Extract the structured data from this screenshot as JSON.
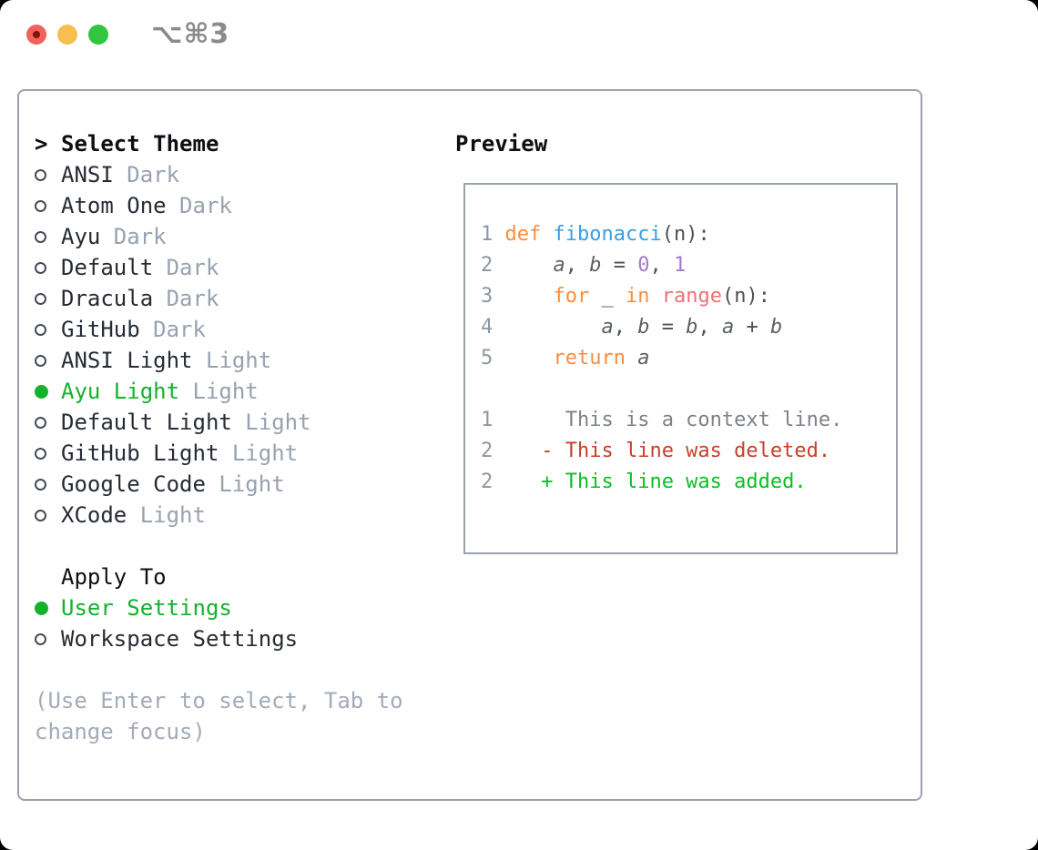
{
  "window": {
    "title": "⌥⌘3"
  },
  "theme_list": {
    "header_prefix": ">",
    "header": "Select Theme",
    "items": [
      {
        "name": "ANSI",
        "variant": "Dark",
        "selected": false
      },
      {
        "name": "Atom One",
        "variant": "Dark",
        "selected": false
      },
      {
        "name": "Ayu",
        "variant": "Dark",
        "selected": false
      },
      {
        "name": "Default",
        "variant": "Dark",
        "selected": false
      },
      {
        "name": "Dracula",
        "variant": "Dark",
        "selected": false
      },
      {
        "name": "GitHub",
        "variant": "Dark",
        "selected": false
      },
      {
        "name": "ANSI Light",
        "variant": "Light",
        "selected": false
      },
      {
        "name": "Ayu Light",
        "variant": "Light",
        "selected": true
      },
      {
        "name": "Default Light",
        "variant": "Light",
        "selected": false
      },
      {
        "name": "GitHub Light",
        "variant": "Light",
        "selected": false
      },
      {
        "name": "Google Code",
        "variant": "Light",
        "selected": false
      },
      {
        "name": "XCode",
        "variant": "Light",
        "selected": false
      }
    ]
  },
  "apply_to": {
    "header": "Apply To",
    "options": [
      {
        "label": "User Settings",
        "selected": true
      },
      {
        "label": "Workspace Settings",
        "selected": false
      }
    ]
  },
  "help": {
    "lines": [
      "(Use Enter to select, Tab to",
      "change focus)"
    ]
  },
  "preview": {
    "header": "Preview",
    "code_lines": [
      {
        "num": "1",
        "tokens": [
          {
            "t": "def",
            "c": "keyword"
          },
          {
            "t": " ",
            "c": "plain"
          },
          {
            "t": "fibonacci",
            "c": "function"
          },
          {
            "t": "(n):",
            "c": "plain"
          }
        ]
      },
      {
        "num": "2",
        "tokens": [
          {
            "t": "    ",
            "c": "plain"
          },
          {
            "t": "a",
            "c": "variable"
          },
          {
            "t": ", ",
            "c": "plain"
          },
          {
            "t": "b",
            "c": "variable"
          },
          {
            "t": " = ",
            "c": "plain"
          },
          {
            "t": "0",
            "c": "number"
          },
          {
            "t": ", ",
            "c": "plain"
          },
          {
            "t": "1",
            "c": "number"
          }
        ]
      },
      {
        "num": "3",
        "tokens": [
          {
            "t": "    ",
            "c": "plain"
          },
          {
            "t": "for",
            "c": "keyword"
          },
          {
            "t": " _ ",
            "c": "plain"
          },
          {
            "t": "in",
            "c": "keyword"
          },
          {
            "t": " ",
            "c": "plain"
          },
          {
            "t": "range",
            "c": "builtin"
          },
          {
            "t": "(n):",
            "c": "plain"
          }
        ]
      },
      {
        "num": "4",
        "tokens": [
          {
            "t": "        ",
            "c": "plain"
          },
          {
            "t": "a",
            "c": "variable"
          },
          {
            "t": ", ",
            "c": "plain"
          },
          {
            "t": "b",
            "c": "variable"
          },
          {
            "t": " = ",
            "c": "plain"
          },
          {
            "t": "b",
            "c": "variable"
          },
          {
            "t": ", ",
            "c": "plain"
          },
          {
            "t": "a",
            "c": "variable"
          },
          {
            "t": " + ",
            "c": "plain"
          },
          {
            "t": "b",
            "c": "variable"
          }
        ]
      },
      {
        "num": "5",
        "tokens": [
          {
            "t": "    ",
            "c": "plain"
          },
          {
            "t": "return",
            "c": "keyword"
          },
          {
            "t": " ",
            "c": "plain"
          },
          {
            "t": "a",
            "c": "variable"
          }
        ]
      }
    ],
    "diff_lines": [
      {
        "num": "1",
        "marker": " ",
        "text": "This is a context line.",
        "type": "context"
      },
      {
        "num": "2",
        "marker": "-",
        "text": "This line was deleted.",
        "type": "deleted"
      },
      {
        "num": "2",
        "marker": "+",
        "text": "This line was added.",
        "type": "added"
      }
    ]
  },
  "colors": {
    "keyword": "#fa8d3e",
    "function": "#399ee6",
    "builtin": "#f07171",
    "number": "#a37acc",
    "variable": "#5c6166",
    "plain": "#4c5157",
    "line_number": "#8e98a1",
    "context": "#7d8288",
    "deleted": "#c6402a",
    "added": "#0bbf22",
    "selection_green": "#16b12c",
    "theme_name": "#262c34",
    "variant_label": "#98a2af",
    "help_text": "#a3abb8",
    "panel_border": "#9aa2ae",
    "traffic_red": "#f4605a",
    "traffic_yellow": "#f6bf4e",
    "traffic_green": "#32c63e",
    "title_text": "#8b8b8e"
  }
}
